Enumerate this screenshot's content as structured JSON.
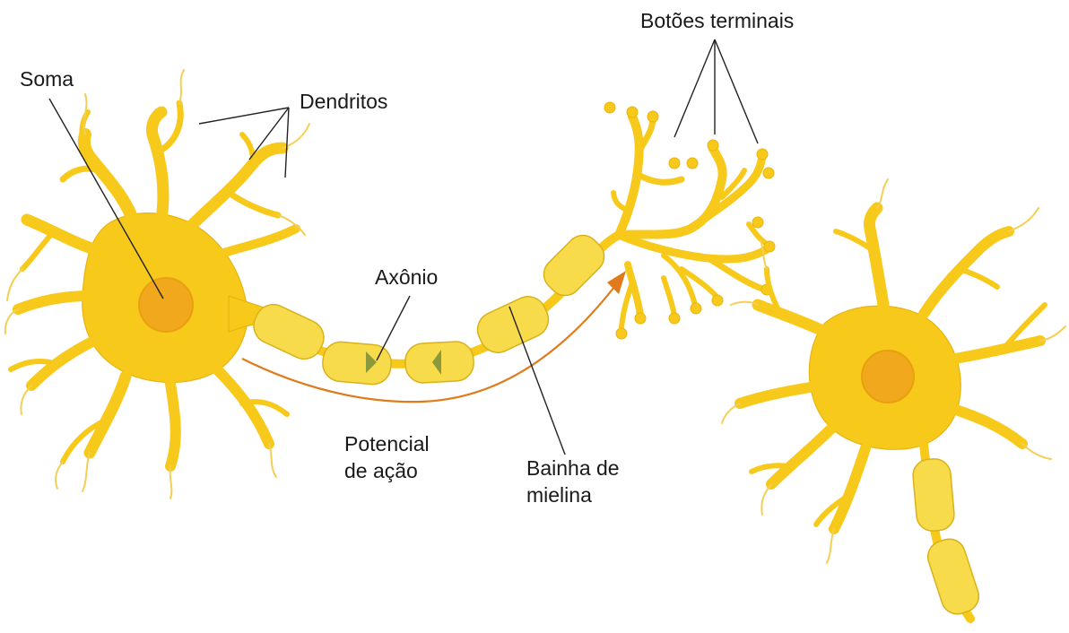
{
  "labels": {
    "soma": "Soma",
    "dendrites": "Dendritos",
    "axon": "Axônio",
    "terminals": "Botões terminais",
    "action_potential": [
      "Potencial",
      "de ação"
    ],
    "myelin": [
      "Bainha de",
      "mielina"
    ]
  },
  "colors": {
    "cell": "#f7c91a",
    "cell_edge": "#e8b410",
    "nucleus": "#f2a81c",
    "myelin": "#f7db4a",
    "myelin_edge": "#d9b21a",
    "node": "#8a9a3a",
    "arrow": "#e07a1a",
    "leader": "#222222",
    "text": "#1a1a1a"
  }
}
